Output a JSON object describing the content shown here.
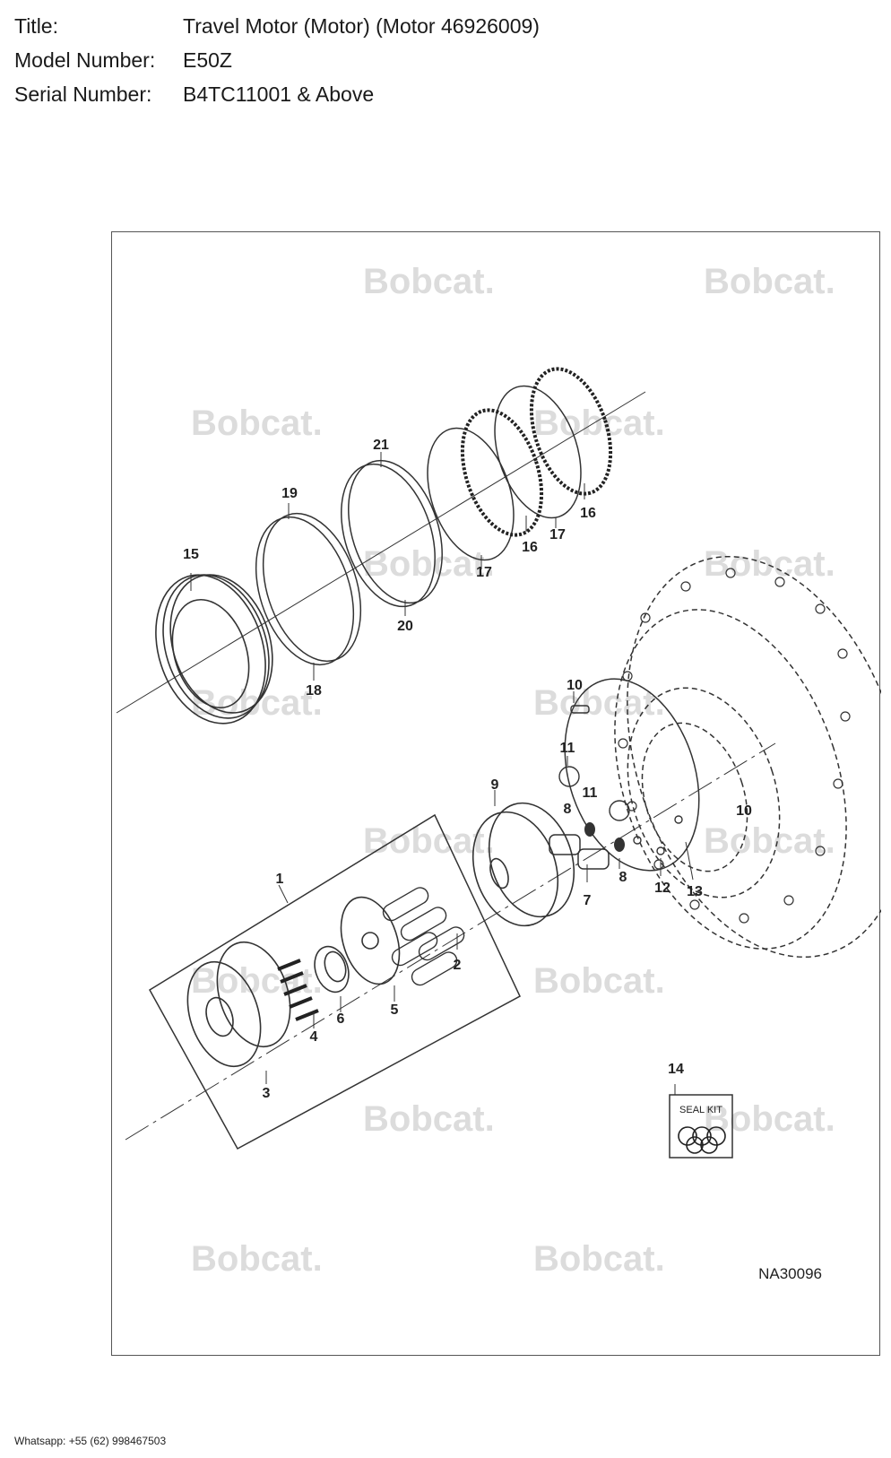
{
  "header": {
    "title_label": "Title:",
    "title_value": "Travel Motor (Motor) (Motor 46926009)",
    "model_label": "Model Number:",
    "model_value": "E50Z",
    "serial_label": "Serial Number:",
    "serial_value": "B4TC11001 & Above"
  },
  "watermark": {
    "text": "Bobcat.",
    "color": "#d9d9d9"
  },
  "callouts": {
    "c1": "1",
    "c2": "2",
    "c3": "3",
    "c4": "4",
    "c5": "5",
    "c6": "6",
    "c7": "7",
    "c8a": "8",
    "c8b": "8",
    "c9": "9",
    "c10a": "10",
    "c10b": "10",
    "c11a": "11",
    "c11b": "11",
    "c12": "12",
    "c13": "13",
    "c14": "14",
    "c15": "15",
    "c16a": "16",
    "c16b": "16",
    "c17a": "17",
    "c17b": "17",
    "c18": "18",
    "c19": "19",
    "c20": "20",
    "c21": "21"
  },
  "seal_kit_label": "SEAL KIT",
  "diagram_code": "NA30096",
  "footer": {
    "contact": "Whatsapp: +55 (62) 998467503"
  }
}
